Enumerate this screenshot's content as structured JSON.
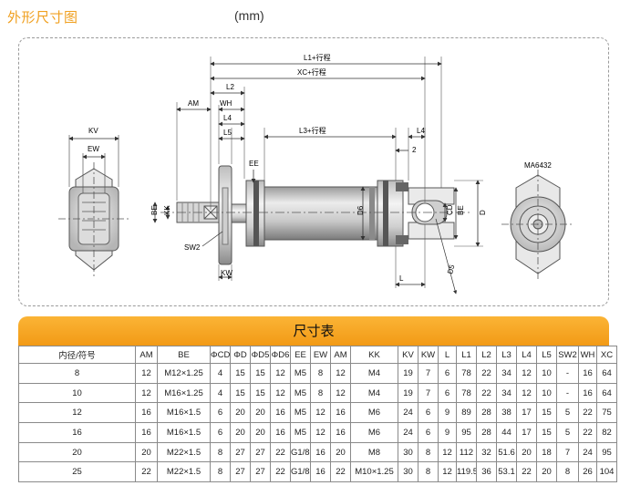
{
  "header": {
    "title": "外形尺寸图",
    "unit": "(mm)"
  },
  "drawing": {
    "model_label": "MA6432",
    "dims": {
      "l1": "L1+行程",
      "xc": "XC+行程",
      "l2": "L2",
      "wh": "WH",
      "am": "AM",
      "l4": "L4",
      "l5": "L5",
      "l3": "L3+行程",
      "l4_right": "L4",
      "two": "2",
      "kv": "KV",
      "ew": "EW",
      "ee": "EE",
      "be_left": "BE",
      "kk": "KK",
      "d6": "D6",
      "cd": "CD",
      "be_right": "BE",
      "d": "D",
      "sw2": "SW2",
      "kw": "KW",
      "l": "L",
      "d5": "D5"
    }
  },
  "table": {
    "title": "尺寸表",
    "columns": [
      "内径/符号",
      "AM",
      "BE",
      "ΦCD",
      "ΦD",
      "ΦD5",
      "ΦD6",
      "EE",
      "EW",
      "AM",
      "KK",
      "KV",
      "KW",
      "L",
      "L1",
      "L2",
      "L3",
      "L4",
      "L5",
      "SW2",
      "WH",
      "XC"
    ],
    "rows": [
      [
        "8",
        "12",
        "M12×1.25",
        "4",
        "15",
        "15",
        "12",
        "M5",
        "8",
        "12",
        "M4",
        "19",
        "7",
        "6",
        "78",
        "22",
        "34",
        "12",
        "10",
        "-",
        "16",
        "64"
      ],
      [
        "10",
        "12",
        "M16×1.25",
        "4",
        "15",
        "15",
        "12",
        "M5",
        "8",
        "12",
        "M4",
        "19",
        "7",
        "6",
        "78",
        "22",
        "34",
        "12",
        "10",
        "-",
        "16",
        "64"
      ],
      [
        "12",
        "16",
        "M16×1.5",
        "6",
        "20",
        "20",
        "16",
        "M5",
        "12",
        "16",
        "M6",
        "24",
        "6",
        "9",
        "89",
        "28",
        "38",
        "17",
        "15",
        "5",
        "22",
        "75"
      ],
      [
        "16",
        "16",
        "M16×1.5",
        "6",
        "20",
        "20",
        "16",
        "M5",
        "12",
        "16",
        "M6",
        "24",
        "6",
        "9",
        "95",
        "28",
        "44",
        "17",
        "15",
        "5",
        "22",
        "82"
      ],
      [
        "20",
        "20",
        "M22×1.5",
        "8",
        "27",
        "27",
        "22",
        "G1/8\"",
        "16",
        "20",
        "M8",
        "30",
        "8",
        "12",
        "112",
        "32",
        "51.6",
        "20",
        "18",
        "7",
        "24",
        "95"
      ],
      [
        "25",
        "22",
        "M22×1.5",
        "8",
        "27",
        "27",
        "22",
        "G1/8\"",
        "16",
        "22",
        "M10×1.25",
        "30",
        "8",
        "12",
        "119.5",
        "36",
        "53.1",
        "22",
        "20",
        "8",
        "26",
        "104"
      ]
    ]
  }
}
